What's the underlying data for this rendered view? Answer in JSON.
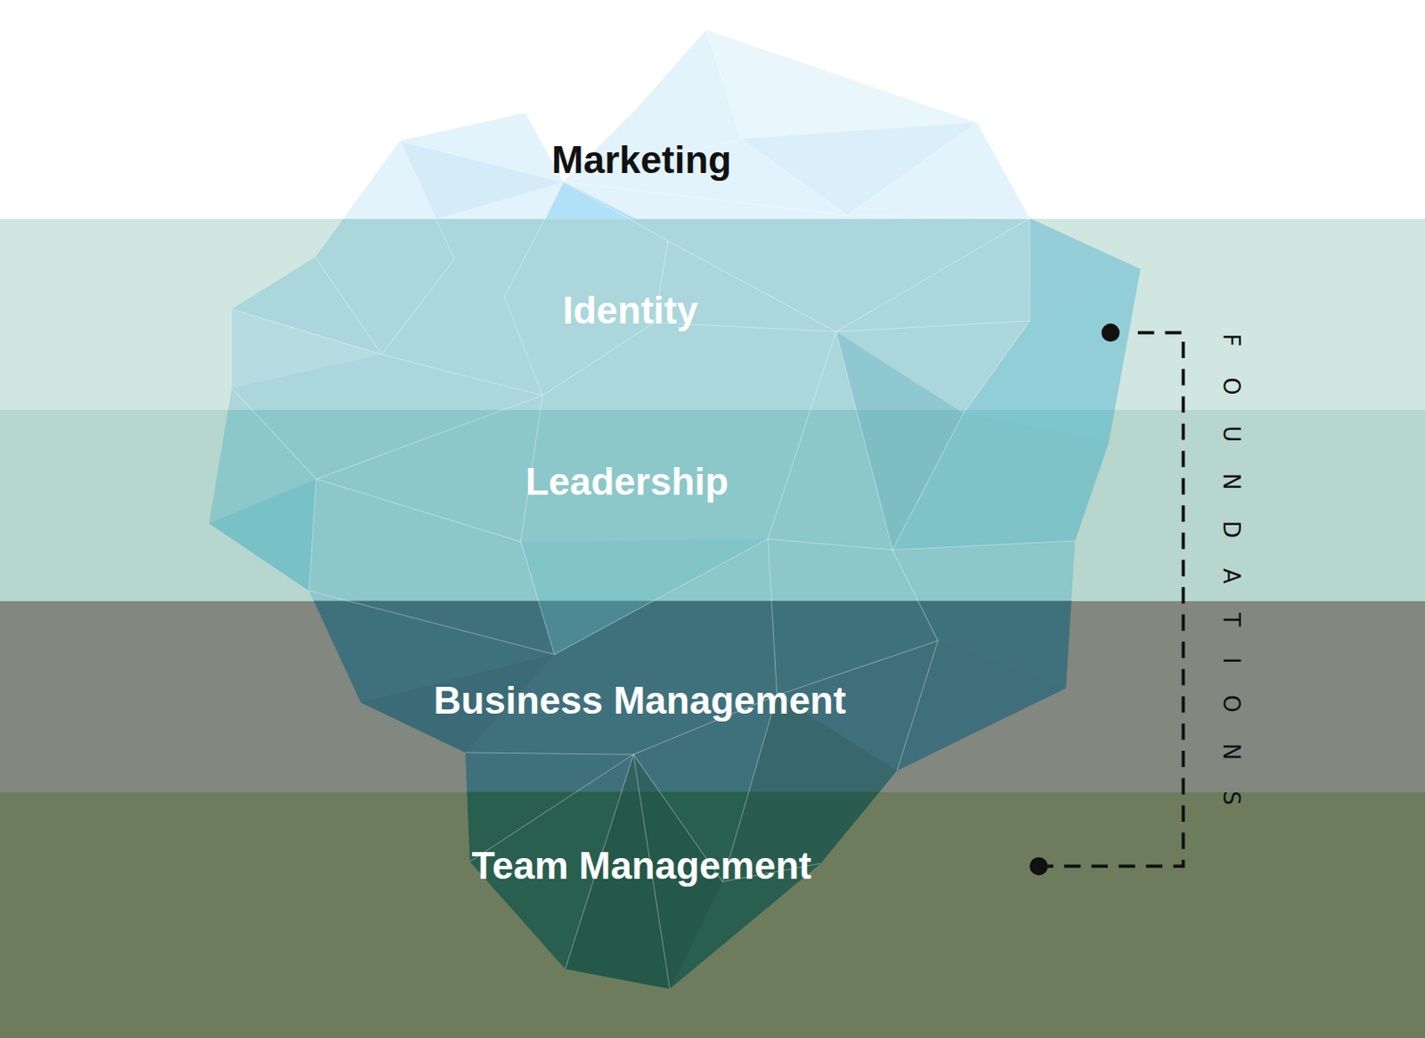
{
  "diagram": {
    "nodes": [
      {
        "text": [
          "Marketing"
        ]
      },
      {
        "text": [
          "Identity"
        ]
      },
      {
        "text": [
          "Leadership"
        ]
      },
      {
        "text": [
          "Business Management"
        ]
      },
      {
        "text": [
          "Team Management"
        ]
      }
    ],
    "labels": [
      "FOUNDATIONS"
    ]
  }
}
